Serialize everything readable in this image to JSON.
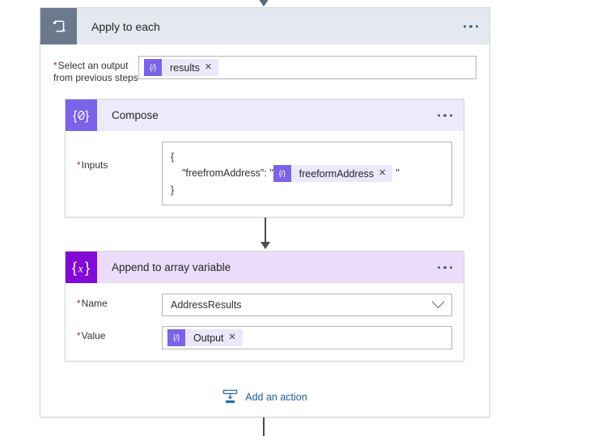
{
  "flow": {
    "scope": {
      "title": "Apply to each",
      "icon": "loop-icon",
      "menu_icon": "ellipsis-icon",
      "foreach": {
        "label_line1": "Select an output",
        "label_line2": "from previous steps",
        "required_marker": "*",
        "token": {
          "text": "results",
          "icon": "expression-icon",
          "remove": "✕"
        }
      },
      "actions": [
        {
          "id": "compose",
          "title": "Compose",
          "icon": "compose-icon",
          "icon_glyph": "{⌀}",
          "menu_icon": "ellipsis-icon",
          "fields": [
            {
              "label": "Inputs",
              "required_marker": "*",
              "code": {
                "line1": "{",
                "line2_prefix": "\"freefromAddress\": \"",
                "line2_suffix": "\"",
                "line3": "}",
                "token": {
                  "text": "freeformAddress",
                  "icon": "expression-icon",
                  "remove": "✕"
                }
              }
            }
          ]
        },
        {
          "id": "append-to-array-variable",
          "title": "Append to array variable",
          "icon": "variable-icon",
          "icon_glyph": "{x}",
          "menu_icon": "ellipsis-icon",
          "fields": [
            {
              "label": "Name",
              "required_marker": "*",
              "type": "dropdown",
              "value": "AddressResults",
              "chevron": "chevron-down-icon"
            },
            {
              "label": "Value",
              "required_marker": "*",
              "type": "token",
              "token": {
                "text": "Output",
                "icon": "expression-icon",
                "remove": "✕"
              }
            }
          ]
        }
      ],
      "add_action": {
        "label": "Add an action",
        "icon": "insert-below-icon"
      }
    }
  },
  "colors": {
    "scope_header_bg": "#e3e9ef",
    "scope_icon_bg": "#6a7a8c",
    "compose_header_bg": "#efe9fc",
    "compose_icon_bg": "#7b62e8",
    "append_header_bg": "#ebdcf9",
    "append_icon_bg": "#8209d6",
    "token_bg": "#ece7fb",
    "token_icon_bg": "#7b62e8",
    "link_blue": "#1c5b9e",
    "required_red": "#c4232a",
    "connector_gray": "#4a4a4a"
  }
}
